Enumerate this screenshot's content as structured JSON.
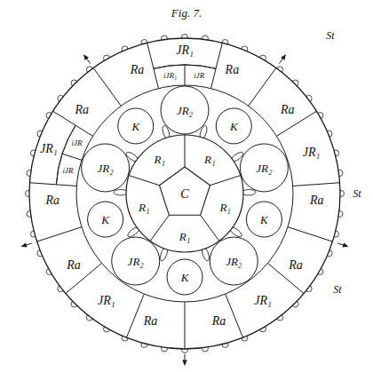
{
  "diagram": {
    "title": "Fig. 7.",
    "labels": [
      "C",
      "R₁",
      "R₁",
      "R₁",
      "R₁",
      "R₁",
      "JR₂",
      "JR₂",
      "JR₂",
      "JR₂",
      "JR₂",
      "JR₁",
      "JR₁",
      "JR₁",
      "JR₁",
      "JR₁",
      "K",
      "K",
      "K",
      "K",
      "K",
      "Ra",
      "Ra",
      "Ra",
      "Ra",
      "Ra",
      "Ra",
      "Ra",
      "Ra",
      "Ra",
      "Ra",
      "iJR₁",
      "iJR",
      "iJR",
      "iJR",
      "St",
      "St",
      "St"
    ]
  }
}
